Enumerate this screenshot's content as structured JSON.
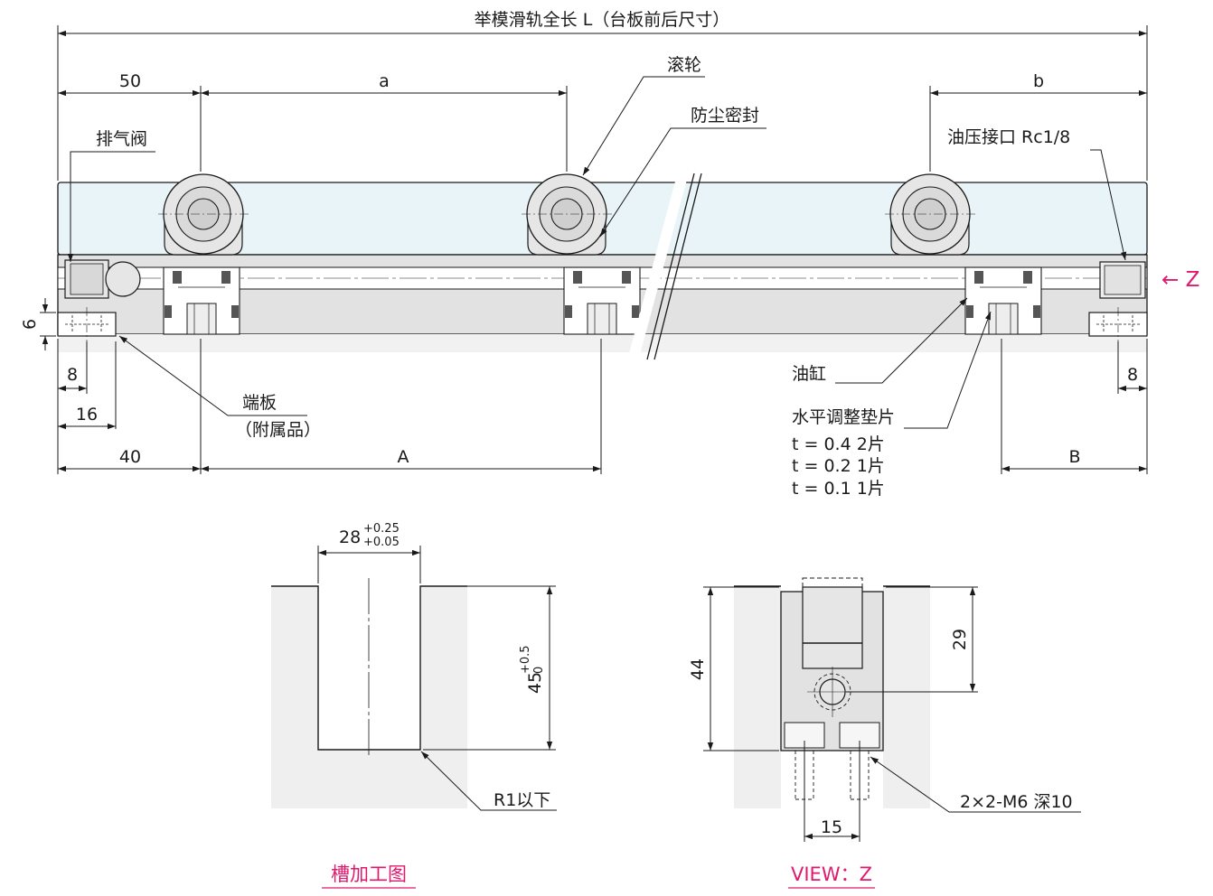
{
  "main_view": {
    "total_length": "举模滑轨全长 L（台板前后尺寸）",
    "dim_50": "50",
    "dim_a": "a",
    "dim_b": "b",
    "roller": "滚轮",
    "dust_seal": "防尘密封",
    "vent_valve": "排气阀",
    "oil_port": "油压接口 Rc1/8",
    "z_arrow": "← Z",
    "dim_6": "6",
    "dim_8_left": "8",
    "dim_16": "16",
    "dim_40": "40",
    "dim_A": "A",
    "end_plate": "端板",
    "end_plate_note": "（附属品）",
    "oil_cylinder": "油缸",
    "shim": "水平调整垫片",
    "shim_1": "t = 0.4   2片",
    "shim_2": "t = 0.2   1片",
    "shim_3": "t = 0.1   1片",
    "dim_8_right": "8",
    "dim_B": "B"
  },
  "groove_view": {
    "width_nominal": "28",
    "width_upper_tol": "+0.25",
    "width_lower_tol": "+0.05",
    "depth_nominal": "45",
    "depth_upper_tol": "+0.5",
    "depth_lower_tol": "0",
    "radius_note": "R1以下",
    "caption": "槽加工图"
  },
  "z_view": {
    "height_44": "44",
    "height_29": "29",
    "spacing_15": "15",
    "thread_note": "2×2-M6 深10",
    "caption": "VIEW：Z"
  },
  "colors": {
    "caption": "#e0196e",
    "body_fill": "#e2e2e2",
    "panel_fill": "#e8f4f8",
    "hatch_fill": "#efefef",
    "line": "#1a1a1a"
  }
}
